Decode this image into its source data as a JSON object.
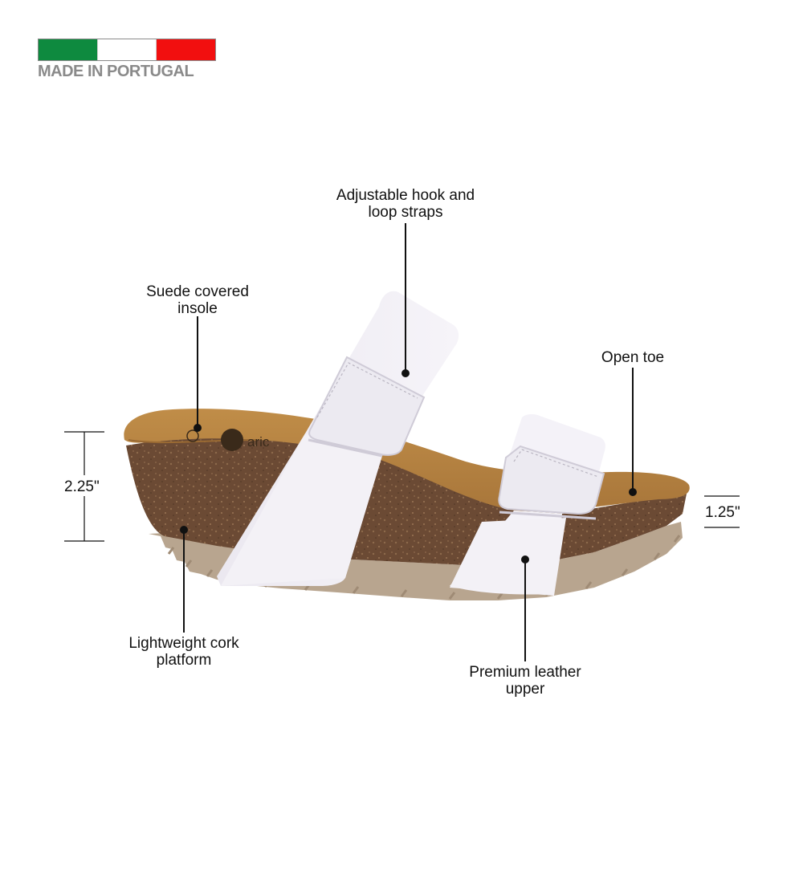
{
  "badge": {
    "text": "MADE IN PORTUGAL",
    "flag_colors": [
      "#0e8a3f",
      "#ffffff",
      "#f20f0f"
    ]
  },
  "callouts": {
    "straps": {
      "line1": "Adjustable hook and",
      "line2": "loop straps"
    },
    "insole": {
      "line1": "Suede covered",
      "line2": "insole"
    },
    "open_toe": {
      "line1": "Open toe"
    },
    "cork": {
      "line1": "Lightweight cork",
      "line2": "platform"
    },
    "leather": {
      "line1": "Premium leather",
      "line2": "upper"
    }
  },
  "dimensions": {
    "heel_height": "2.25\"",
    "toe_height": "1.25\""
  },
  "product": {
    "insole_brand_text": "aric",
    "colors": {
      "strap": "#f2f0f6",
      "strap_shade": "#d7d4de",
      "footbed": "#b78440",
      "cork": "#6b4a34",
      "outsole": "#b8a58f"
    }
  }
}
